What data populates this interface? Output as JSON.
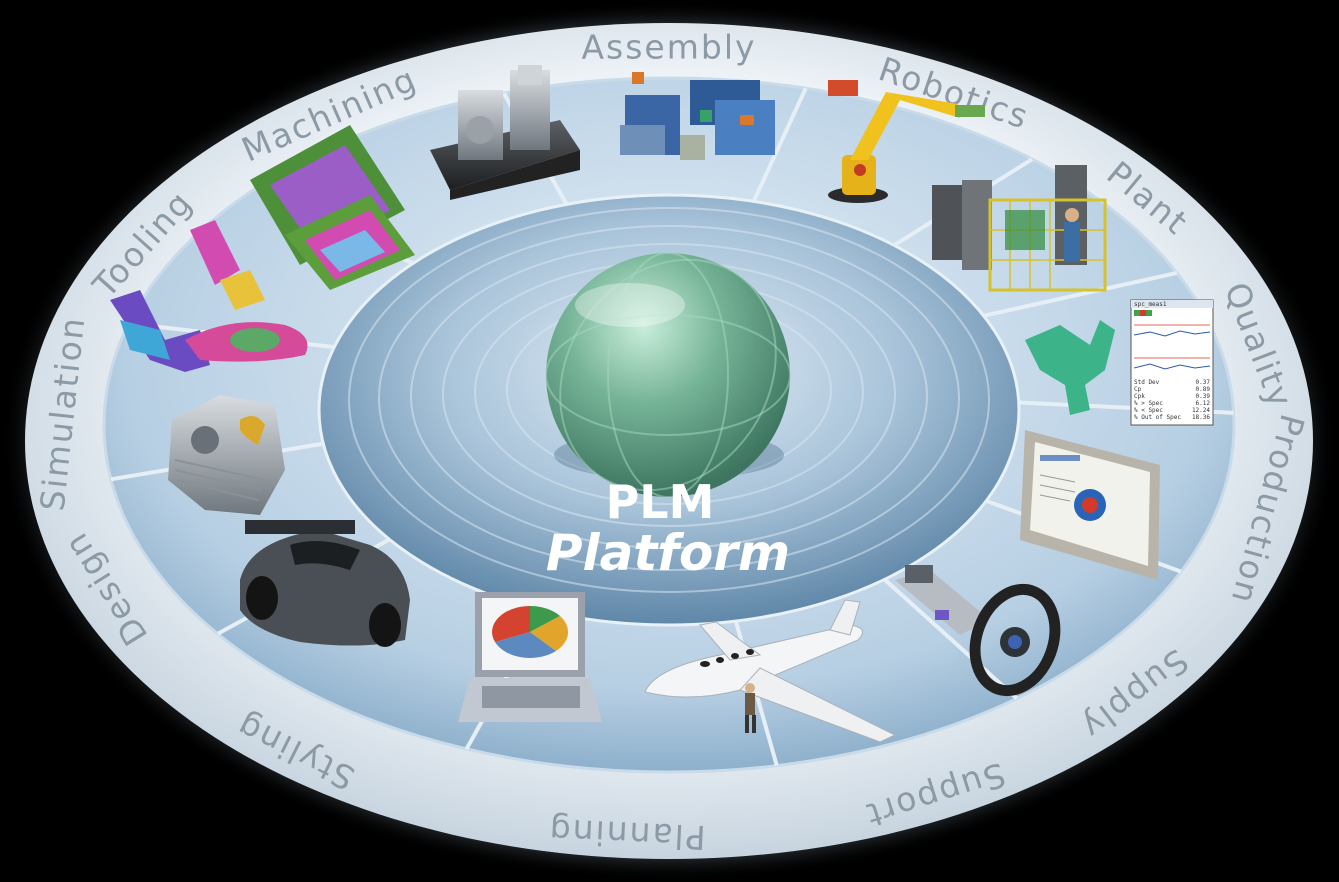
{
  "center": {
    "line1": "PLM",
    "line2": "Platform"
  },
  "segments": [
    {
      "label": "Assembly",
      "icon": "assembly-line-icon"
    },
    {
      "label": "Robotics",
      "icon": "robot-arm-icon"
    },
    {
      "label": "Plant",
      "icon": "plant-cell-icon"
    },
    {
      "label": "Quality",
      "icon": "quality-part-icon"
    },
    {
      "label": "Production",
      "icon": "control-monitor-icon"
    },
    {
      "label": "Supply",
      "icon": "steering-assembly-icon"
    },
    {
      "label": "Support",
      "icon": "business-jet-icon"
    },
    {
      "label": "Planning",
      "icon": "laptop-pie-chart-icon"
    },
    {
      "label": "Styling",
      "icon": "sports-car-icon"
    },
    {
      "label": "Design",
      "icon": "engine-block-icon"
    },
    {
      "label": "Simulation",
      "icon": "simulated-part-icon"
    },
    {
      "label": "Tooling",
      "icon": "mold-tool-icon"
    },
    {
      "label": "Machining",
      "icon": "cnc-machine-icon"
    }
  ],
  "quality_sheet": {
    "title": "spc_meas1",
    "rows": [
      "Std Dev",
      "Cp",
      "Cpk",
      "% > Spec",
      "% < Spec",
      "% Out of Spec"
    ],
    "values": [
      "0.37",
      "0.89",
      "0.39",
      "6.12",
      "12.24",
      "18.36"
    ]
  },
  "colors": {
    "background": "#000000",
    "outer_ring": "#e3ebf2",
    "inner_ring": "#a9c4da",
    "disc": "#7fa3bf",
    "sphere": "#5f9c84",
    "label": "#8c9aa6"
  }
}
